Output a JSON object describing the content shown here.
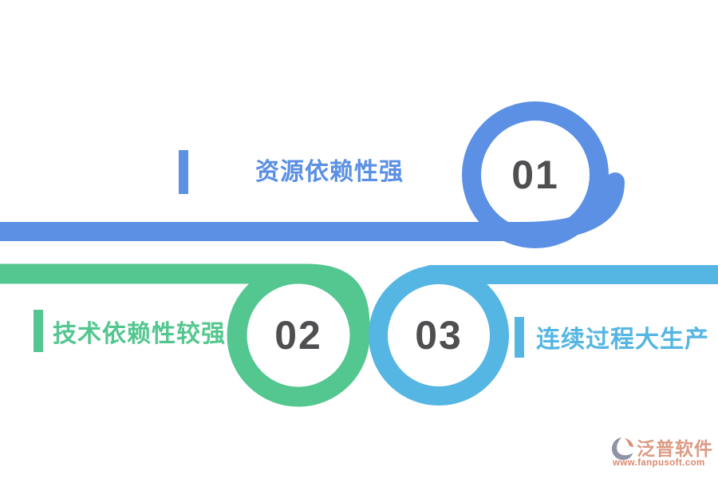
{
  "sections": [
    {
      "number": "01",
      "label": "资源依赖性强",
      "color": "#5b90e4"
    },
    {
      "number": "02",
      "label": "技术依赖性较强",
      "color": "#53c78f"
    },
    {
      "number": "03",
      "label": "连续过程大生产",
      "color": "#55b6e3"
    }
  ],
  "number_color": "#4f4f52",
  "background_color": "#ffffff",
  "footer": {
    "brand": "泛普软件",
    "website": "www.fanpusoft.com",
    "brand_color": "#dc9b84",
    "website_color": "#d98a70",
    "icon": "fanpu-swirl-icon",
    "icon_gray": "#8e93a6",
    "icon_accent": "#d98d76"
  }
}
